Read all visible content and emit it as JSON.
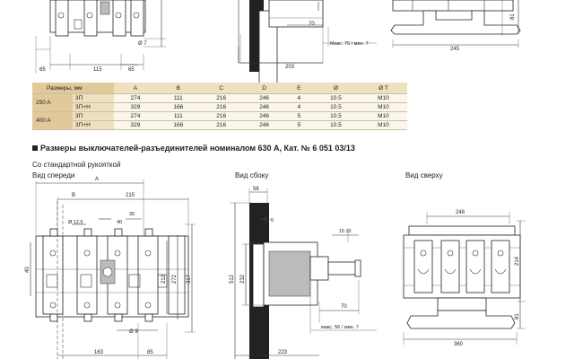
{
  "top_dims": {
    "phi7": "Ø 7",
    "d65a": "65",
    "d115": "115",
    "d65b": "65",
    "d70": "70",
    "handle_note": "Макс. 75 / мин. 7",
    "d203": "203",
    "d81": "81",
    "d245": "245"
  },
  "table": {
    "header": {
      "label": "Размеры, мм",
      "cols": [
        "A",
        "B",
        "C",
        "D",
        "E",
        "Ø",
        "Ø T"
      ]
    },
    "groups": [
      {
        "name": "250 A",
        "rows": [
          {
            "variant": "3П",
            "values": [
              "274",
              "111",
              "216",
              "246",
              "4",
              "10.5",
              "M10"
            ]
          },
          {
            "variant": "3П+Н",
            "values": [
              "329",
              "166",
              "216",
              "246",
              "4",
              "10.5",
              "M10"
            ]
          }
        ]
      },
      {
        "name": "400 A",
        "rows": [
          {
            "variant": "3П",
            "values": [
              "274",
              "111",
              "216",
              "246",
              "5",
              "10.5",
              "M10"
            ]
          },
          {
            "variant": "3П+Н",
            "values": [
              "329",
              "166",
              "216",
              "246",
              "5",
              "10.5",
              "M10"
            ]
          }
        ]
      }
    ]
  },
  "section": {
    "title": "Размеры выключателей-разъединителей номиналом 630 А, Кат. № 6 051 03/13",
    "subtitle": "Со стандартной рукояткой",
    "views": {
      "front": "Вид спереди",
      "side": "Вид сбоку",
      "top": "Вид сверху"
    }
  },
  "front_dims": {
    "A": "A",
    "B": "B",
    "d215": "215",
    "phi12": "Ø 12,5",
    "d40": "40",
    "d30": "30",
    "d40v": "40",
    "d212": "212",
    "d272": "272",
    "d317": "317",
    "phi9": "Ø 9",
    "d163": "163",
    "d85": "85"
  },
  "side_dims": {
    "d56": "56",
    "d6": "6",
    "d15": "15 ±2",
    "d512": "512",
    "d232": "232",
    "d70": "70",
    "handle_note": "макс. 56 / мин. 7",
    "d223": "223"
  },
  "top_view_dims": {
    "d248": "248",
    "d214": "214",
    "d81": "81",
    "d360": "360"
  }
}
